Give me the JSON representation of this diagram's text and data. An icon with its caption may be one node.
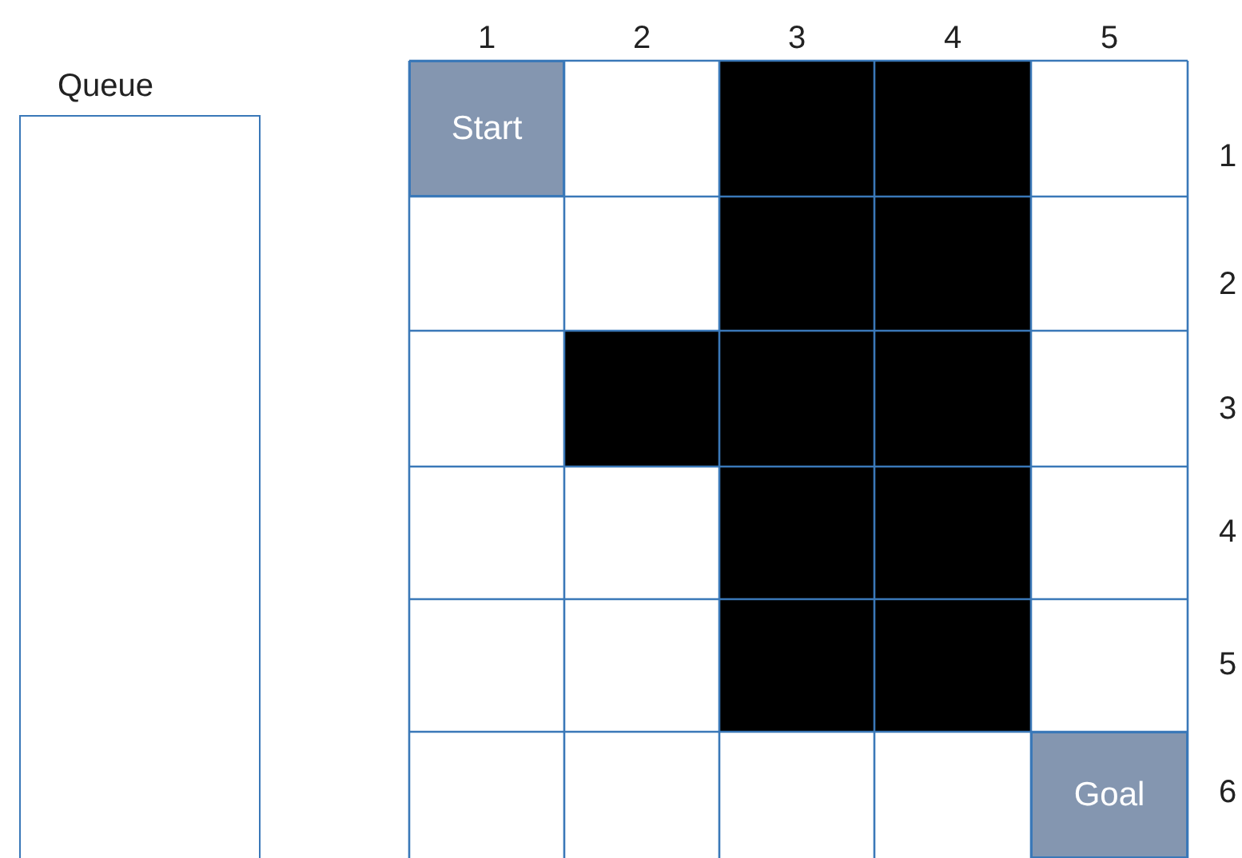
{
  "diagram": {
    "nodes": [
      {
        "text": [
          "Queue"
        ]
      },
      {
        "text": [
          "Start"
        ]
      },
      {
        "text": [
          "Goal"
        ]
      }
    ],
    "labels": [
      "1",
      "2",
      "3",
      "4",
      "5",
      "1",
      "2",
      "3",
      "4",
      "5",
      "6"
    ]
  }
}
